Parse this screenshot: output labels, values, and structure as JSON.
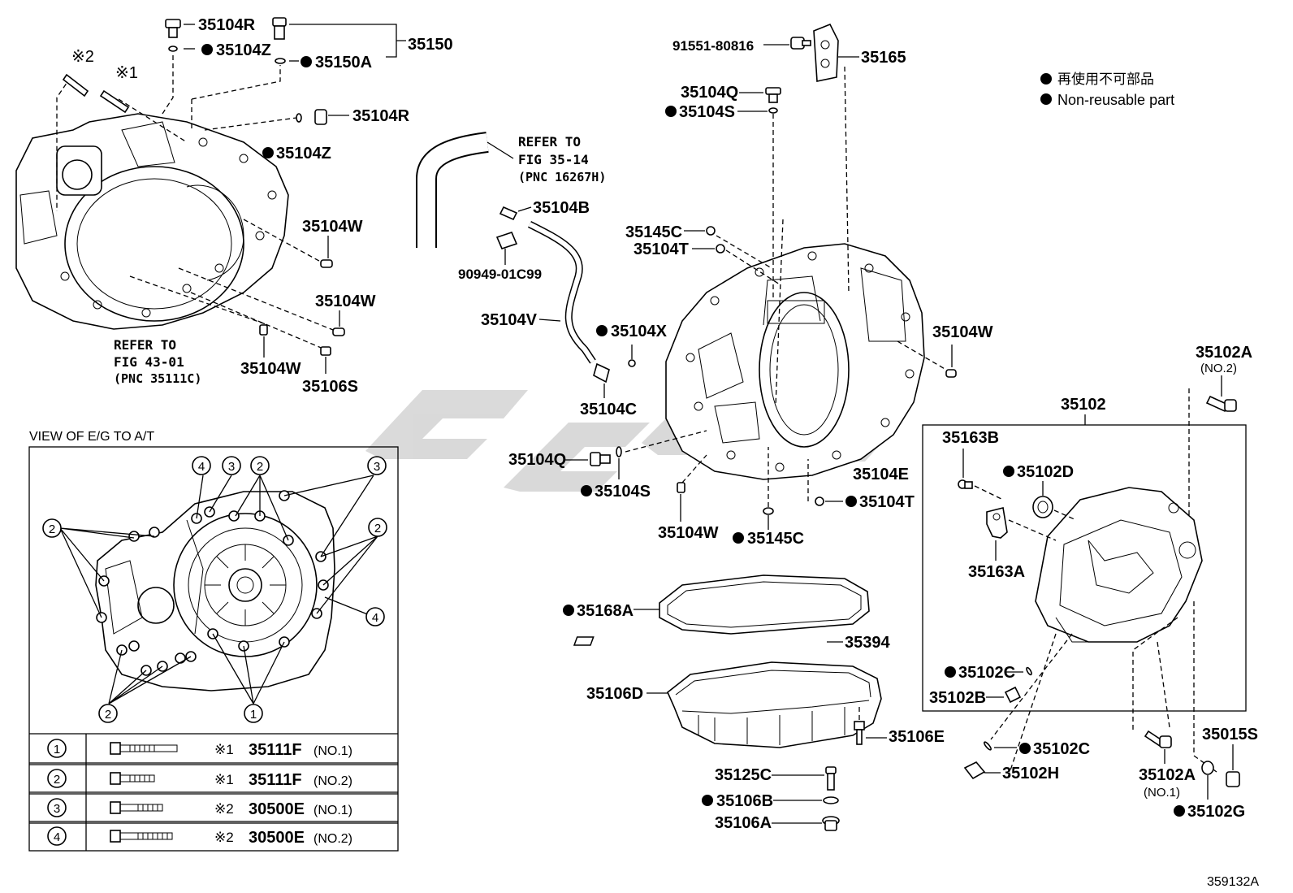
{
  "diagram_id": "359132A",
  "legend": {
    "line_jp": "再使用不可部品",
    "line_en": "Non-reusable part"
  },
  "references": {
    "fig_43_01": [
      "REFER TO",
      "FIG 43-01",
      "(PNC 35111C)"
    ],
    "fig_35_14": [
      "REFER TO",
      "FIG 35-14",
      "(PNC 16267H)"
    ]
  },
  "marks": {
    "m1": "※1",
    "m2": "※2"
  },
  "view_title": "VIEW OF E/G TO A/T",
  "bolt_table": [
    {
      "num": "1",
      "mark": "※1",
      "part": "35111F",
      "spec": "(NO.1)"
    },
    {
      "num": "2",
      "mark": "※1",
      "part": "35111F",
      "spec": "(NO.2)"
    },
    {
      "num": "3",
      "mark": "※2",
      "part": "30500E",
      "spec": "(NO.1)"
    },
    {
      "num": "4",
      "mark": "※2",
      "part": "30500E",
      "spec": "(NO.2)"
    }
  ],
  "labels": {
    "p35104R_top": "35104R",
    "p35104Z_top": "35104Z",
    "p35150": "35150",
    "p35150A": "35150A",
    "p35104R_mid": "35104R",
    "p35104Z_mid": "35104Z",
    "p35104W_a": "35104W",
    "p35104W_b": "35104W",
    "p35104W_c": "35104W",
    "p35106S": "35106S",
    "p35104B": "35104B",
    "p90949": "90949-01C99",
    "p35104V": "35104V",
    "p35104X": "35104X",
    "p35104C": "35104C",
    "p91551": "91551-80816",
    "p35165": "35165",
    "p35104Q_top": "35104Q",
    "p35104S_top": "35104S",
    "p35145C_top": "35145C",
    "p35104T_top": "35104T",
    "p35104W_right": "35104W",
    "p35104Q_bot": "35104Q",
    "p35104S_bot": "35104S",
    "p35104W_bot": "35104W",
    "p35145C_bot": "35145C",
    "p35104T_bot": "35104T",
    "p35104E": "35104E",
    "p35168A": "35168A",
    "p35394": "35394",
    "p35106D": "35106D",
    "p35106E": "35106E",
    "p35125C": "35125C",
    "p35106B": "35106B",
    "p35106A": "35106A",
    "p35102A_top": "35102A",
    "p35102A_top_no": "(NO.2)",
    "p35102": "35102",
    "p35163B": "35163B",
    "p35102D": "35102D",
    "p35163A": "35163A",
    "p35102C_a": "35102C",
    "p35102B": "35102B",
    "p35102C_b": "35102C",
    "p35102H": "35102H",
    "p35102A_bot": "35102A",
    "p35102A_bot_no": "(NO.1)",
    "p35015S": "35015S",
    "p35102G": "35102G"
  },
  "callouts": {
    "c1": "1",
    "c2": "2",
    "c3": "3",
    "c4": "4"
  }
}
